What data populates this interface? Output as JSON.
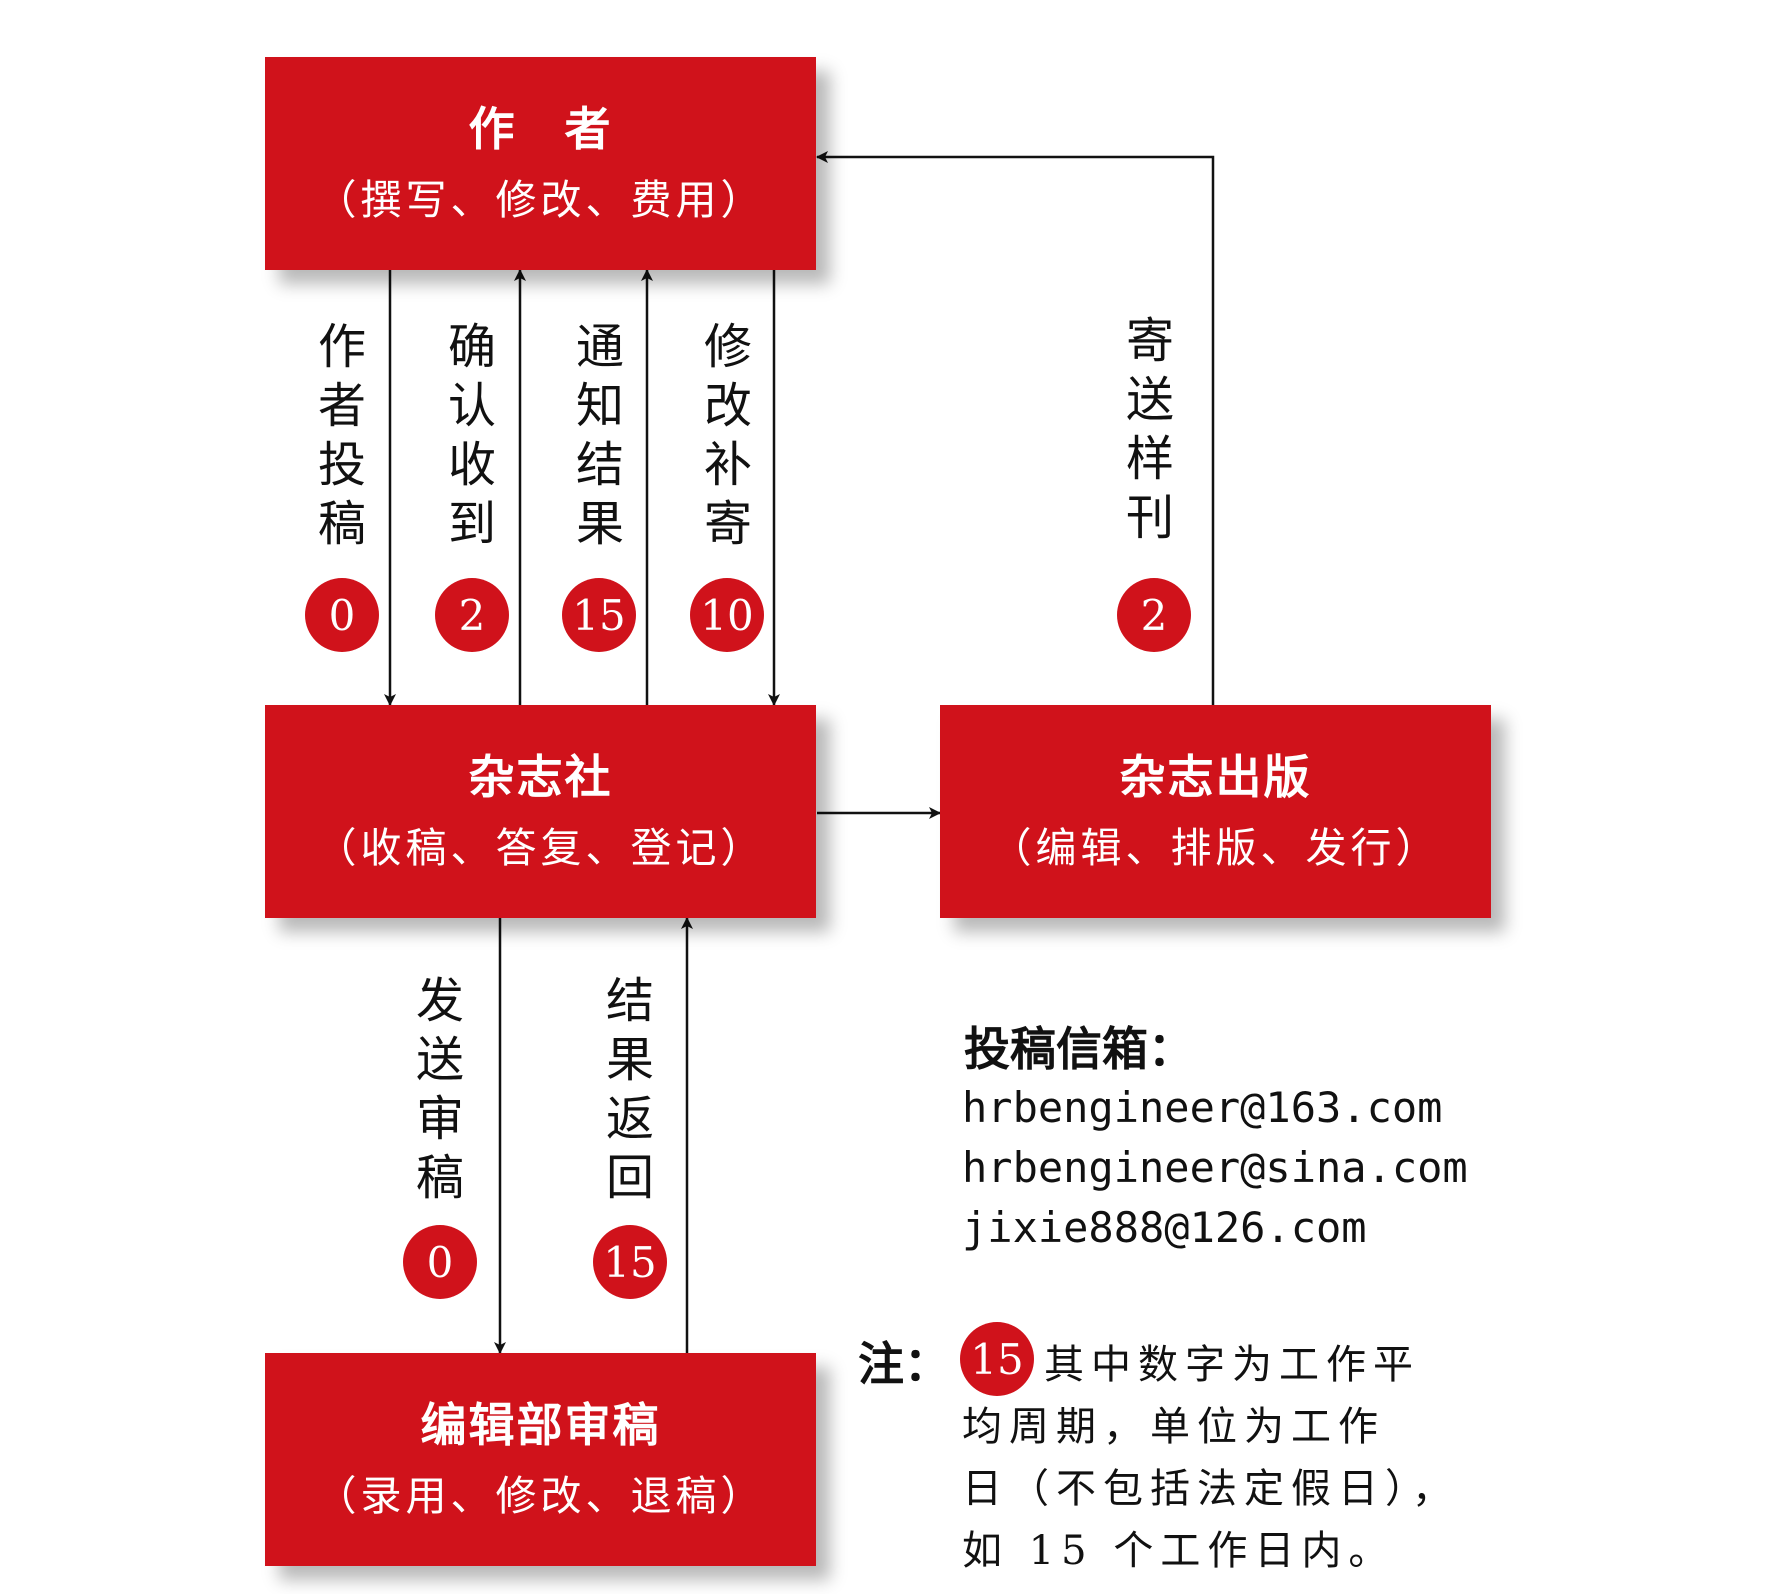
{
  "boxes": {
    "author": {
      "title": "作　者",
      "sub": "（撰写、修改、费用）"
    },
    "magazine": {
      "title": "杂志社",
      "sub": "（收稿、答复、登记）"
    },
    "publish": {
      "title": "杂志出版",
      "sub": "（编辑、排版、发行）"
    },
    "review": {
      "title": "编辑部审稿",
      "sub": "（录用、修改、退稿）"
    }
  },
  "flows": {
    "submit": {
      "label": "作\n者\n投\n稿",
      "days": "0"
    },
    "confirm": {
      "label": "确\n认\n收\n到",
      "days": "2"
    },
    "notify": {
      "label": "通\n知\n结\n果",
      "days": "15"
    },
    "revise": {
      "label": "修\n改\n补\n寄",
      "days": "10"
    },
    "sample": {
      "label": "寄\n送\n样\n刊",
      "days": "2"
    },
    "send_review": {
      "label": "发\n送\n审\n稿",
      "days": "0"
    },
    "return_result": {
      "label": "结\n果\n返\n回",
      "days": "15"
    }
  },
  "contact": {
    "title": "投稿信箱：",
    "emails": [
      "hrbengineer@163.com",
      "hrbengineer@sina.com",
      "jixie888@126.com"
    ]
  },
  "note": {
    "label": "注：",
    "badge": "15",
    "lines": [
      "其中数字为工作平",
      "均周期，单位为工作",
      "日（不包括法定假日），",
      "如 15 个工作日内。"
    ]
  },
  "colors": {
    "accent": "#d0121b"
  }
}
